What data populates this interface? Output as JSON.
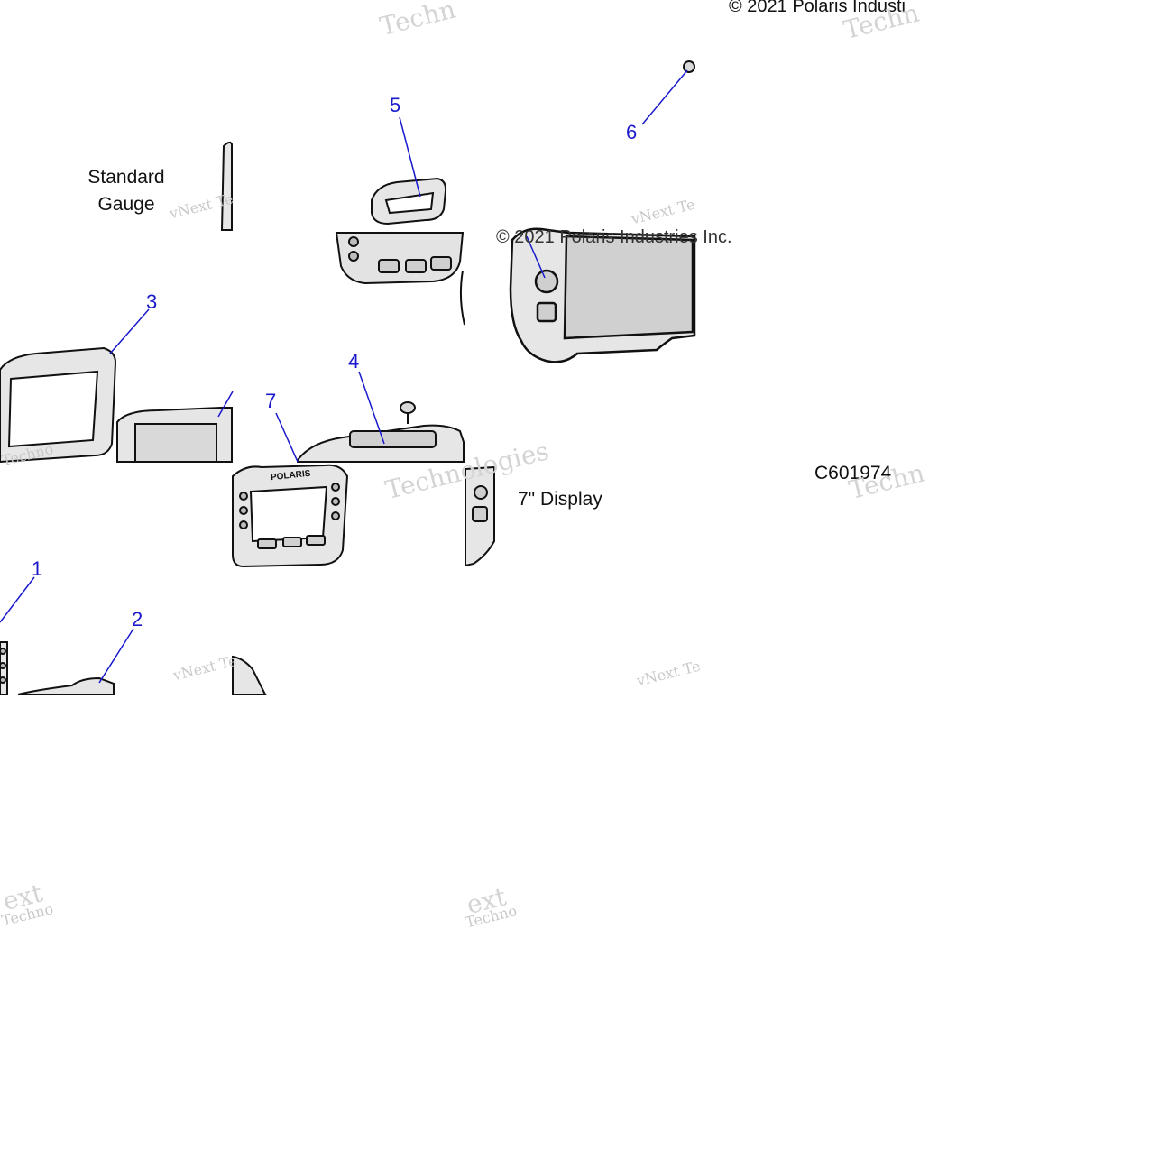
{
  "copyright_top": "© 2021 Polaris Industi",
  "copyright_mid": "© 2021 Polaris Industries Inc.",
  "standard_gauge": [
    "Standard",
    "Gauge"
  ],
  "display_label": "7\" Display",
  "diagram_code": "C601974",
  "brand_badge": "POLARIS",
  "callouts": [
    "1",
    "2",
    "3",
    "4",
    "5",
    "6",
    "7"
  ],
  "watermarks": [
    "vNext Te",
    "Techn",
    "Technologies",
    "vNext Techno",
    "Techno",
    "ext"
  ],
  "colors": {
    "callout": "#1a1acc",
    "leader": "#1a1acc",
    "part_fill": "#d9d9d9",
    "outline": "#111111",
    "watermark": "#cccccc"
  }
}
